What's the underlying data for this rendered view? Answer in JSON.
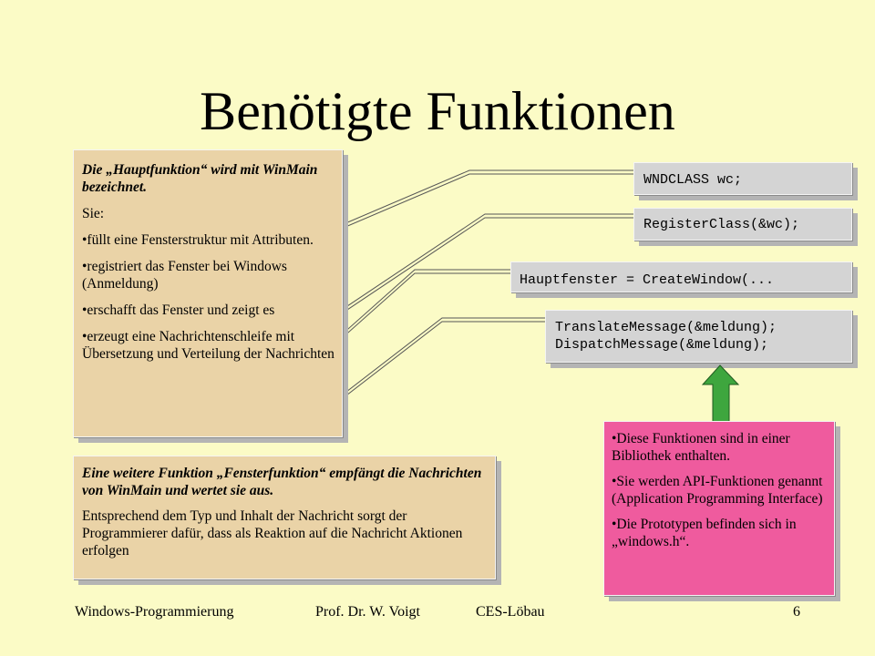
{
  "title": "Benötigte Funktionen",
  "left_box": {
    "intro": "Die „Hauptfunktion“ wird mit WinMain bezeichnet.",
    "sie": "Sie:",
    "bullets": [
      "•füllt eine Fensterstruktur mit Attributen.",
      "•registriert das Fenster bei Windows (Anmeldung)",
      "•erschafft das Fenster und zeigt es",
      "•erzeugt eine Nachrichtenschleife mit Übersetzung und Verteilung der Nachrichten"
    ]
  },
  "bottom_box": {
    "heading": "Eine weitere Funktion „Fensterfunktion“ empfängt die Nachrichten von WinMain und wertet sie aus.",
    "body": "Entsprechend dem Typ und Inhalt der Nachricht sorgt der Programmierer dafür, dass als Reaktion auf die Nachricht Aktionen erfolgen"
  },
  "code_boxes": [
    "WNDCLASS wc;",
    "RegisterClass(&wc);",
    "Hauptfenster = CreateWindow(...",
    "TranslateMessage(&meldung);\nDispatchMessage(&meldung);"
  ],
  "pink_box": {
    "bullets": [
      "•Diese Funktionen sind in einer Bibliothek enthalten.",
      "•Sie werden API-Funktionen genannt (Application Programming Interface)",
      "•Die Prototypen befinden sich in „windows.h“."
    ]
  },
  "footer": {
    "left": "Windows-Programmierung",
    "center": "Prof. Dr. W. Voigt",
    "center2": "CES-Löbau",
    "page": "6"
  },
  "colors": {
    "background": "#fbfbc6",
    "sand_box": "#ead3a7",
    "code_box": "#d4d4d4",
    "pink_box": "#ef5b9e",
    "arrow": "#3ea63e"
  }
}
